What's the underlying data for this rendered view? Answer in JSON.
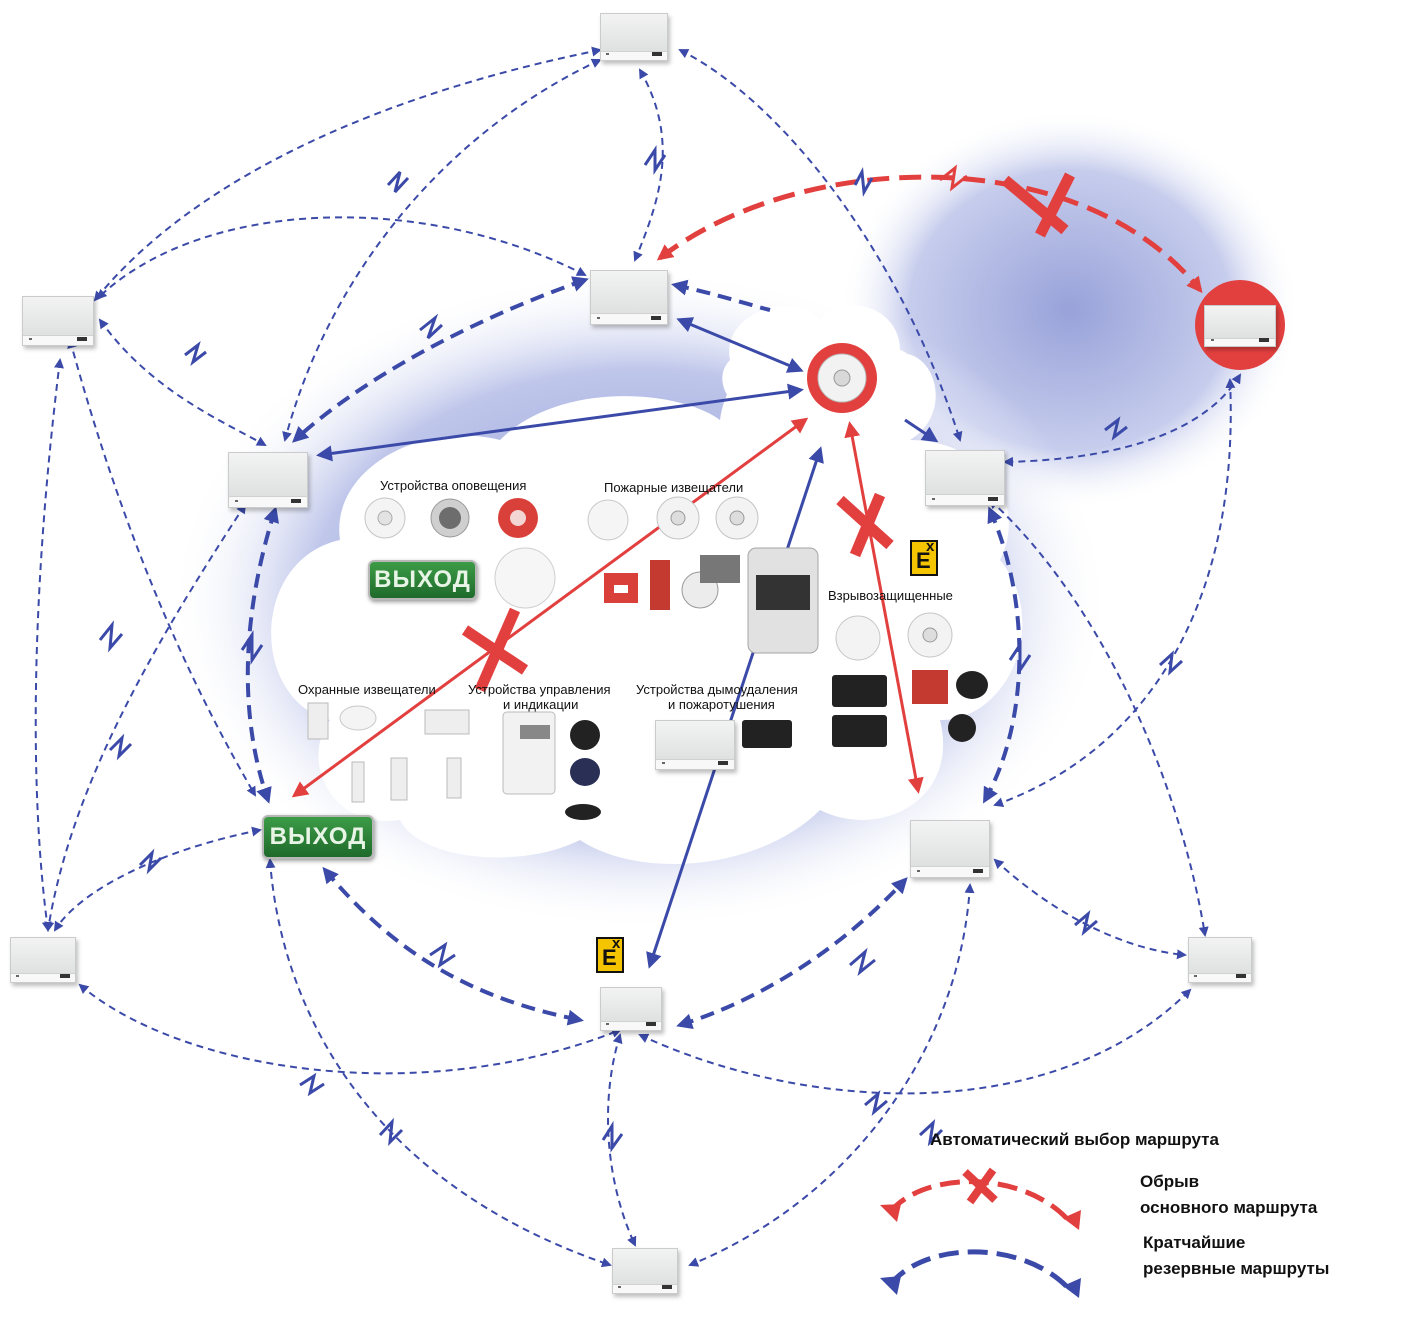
{
  "categories": {
    "notification": "Устройства оповещения",
    "fire": "Пожарные извещатели",
    "explosion": "Взрывозащищенные",
    "security": "Охранные извещатели",
    "control_line1": "Устройства управления",
    "control_line2": "и индикации",
    "smoke_line1": "Устройства дымоудаления",
    "smoke_line2": "и пожаротушения"
  },
  "exit_sign_text": "ВЫХОД",
  "ex_badge": {
    "letter1": "E",
    "letter2": "x"
  },
  "legend": {
    "title": "Автоматический выбор маршрута",
    "broken_line1": "Обрыв",
    "broken_line2": "основного маршрута",
    "backup_line1": "Кратчайшие",
    "backup_line2": "резервные маршруты"
  },
  "colors": {
    "backup_route": "#3b4aa8",
    "primary_route": "#e2403f",
    "cloud": "#9aa6dc"
  }
}
